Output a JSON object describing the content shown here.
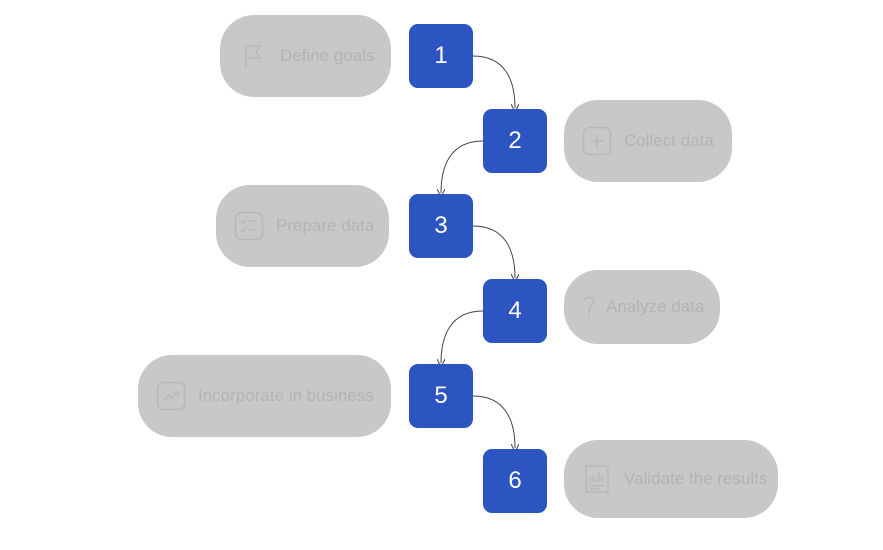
{
  "steps": [
    {
      "number": "1",
      "label": "Define goals",
      "icon": "flag-icon"
    },
    {
      "number": "2",
      "label": "Collect data",
      "icon": "plus-square-icon"
    },
    {
      "number": "3",
      "label": "Prepare data",
      "icon": "checklist-icon"
    },
    {
      "number": "4",
      "label": "Analyze data",
      "icon": "question-mark-icon"
    },
    {
      "number": "5",
      "label": "Incorporate in business",
      "icon": "trend-chart-icon"
    },
    {
      "number": "6",
      "label": "Validate the results",
      "icon": "report-chart-icon"
    }
  ],
  "colors": {
    "step_fill": "#2c55c2",
    "pill_fill": "#c8c8c8",
    "pill_text": "#b3b3b3",
    "connector": "#444444"
  }
}
